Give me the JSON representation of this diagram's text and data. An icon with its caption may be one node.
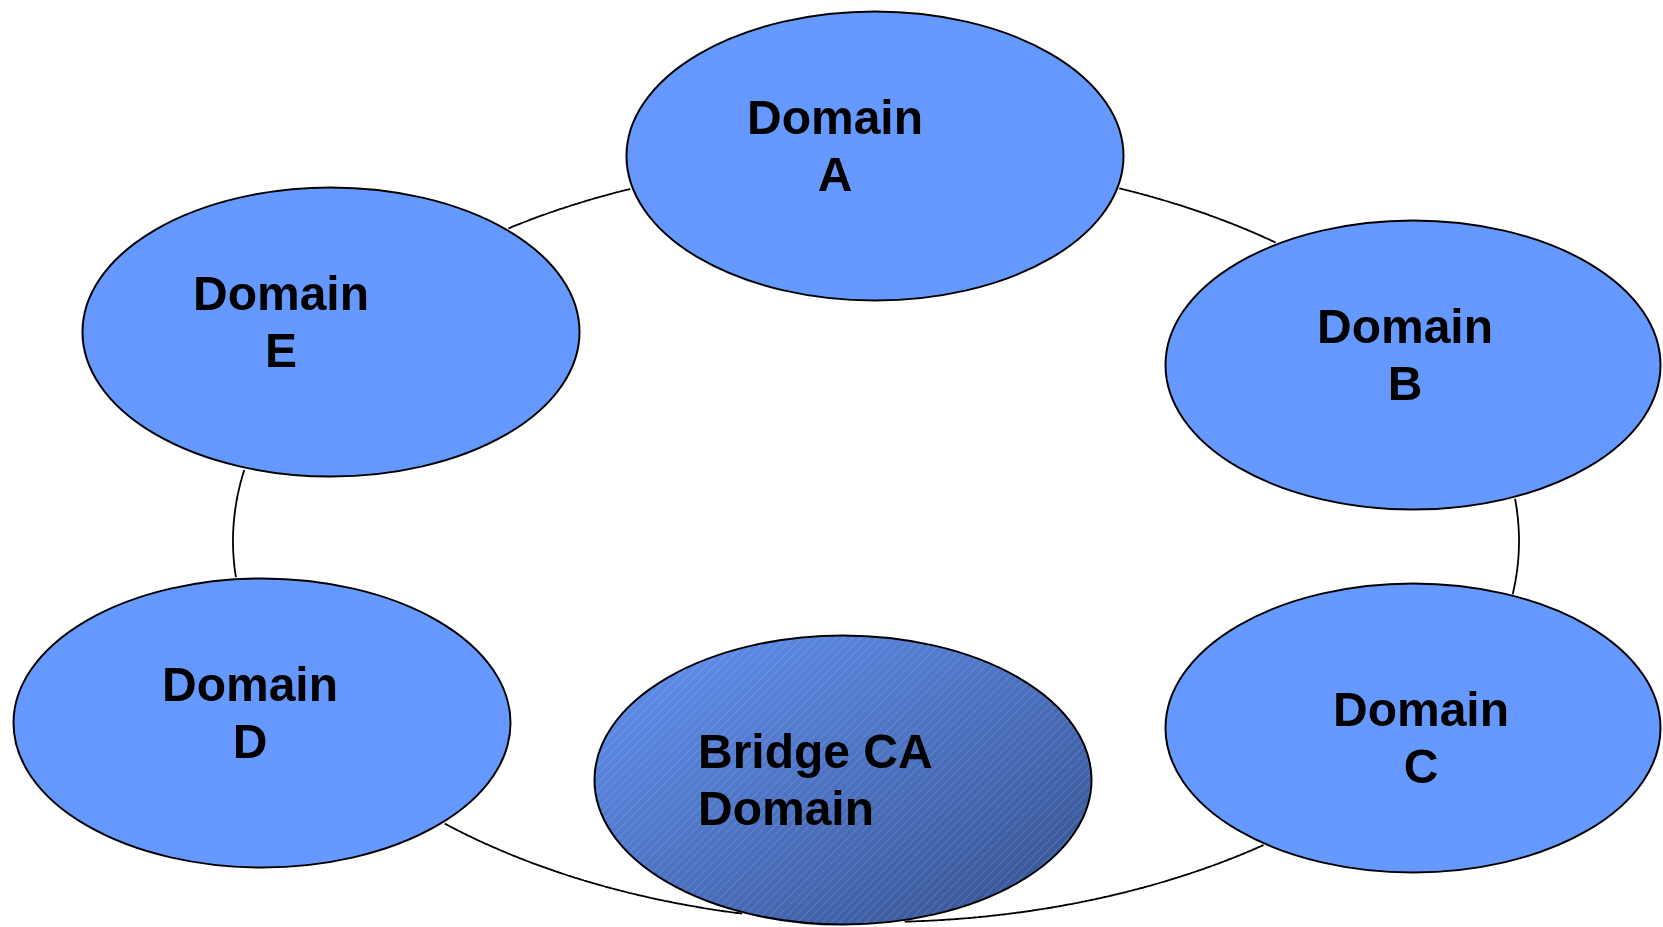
{
  "diagram": {
    "nodes": [
      {
        "text": [
          "Domain A"
        ]
      },
      {
        "text": [
          "Domain E"
        ]
      },
      {
        "text": [
          "Domain B"
        ]
      },
      {
        "text": [
          "Domain D"
        ]
      },
      {
        "text": [
          "Domain C"
        ]
      },
      {
        "text": [
          "Bridge CA Domain"
        ]
      }
    ],
    "edges": [
      {
        "from": 0,
        "to": 2,
        "arrow": "none"
      },
      {
        "from": 2,
        "to": 4,
        "arrow": "none"
      },
      {
        "from": 4,
        "to": 5,
        "arrow": "none"
      },
      {
        "from": 5,
        "to": 3,
        "arrow": "none"
      },
      {
        "from": 3,
        "to": 1,
        "arrow": "none"
      },
      {
        "from": 1,
        "to": 0,
        "arrow": "none"
      }
    ]
  }
}
